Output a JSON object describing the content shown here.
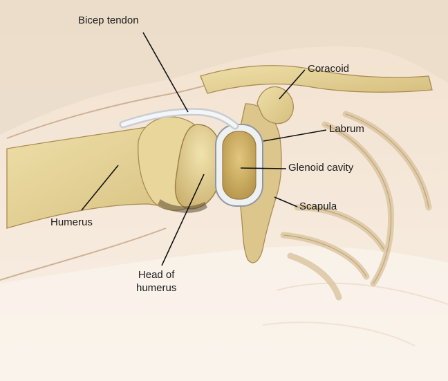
{
  "labels": {
    "bicep_tendon": "Bicep tendon",
    "coracoid": "Coracoid",
    "labrum": "Labrum",
    "glenoid_cavity": "Glenoid cavity",
    "scapula": "Scapula",
    "humerus": "Humerus",
    "head_of_humerus_line1": "Head of",
    "head_of_humerus_line2": "humerus"
  },
  "colors": {
    "skin": "#f4e6d6",
    "bone": "#e5d296",
    "bone_shadow": "#c0a363",
    "cartilage": "#eff1f3",
    "label_text": "#1a1a1a",
    "leader_line": "#111111"
  }
}
